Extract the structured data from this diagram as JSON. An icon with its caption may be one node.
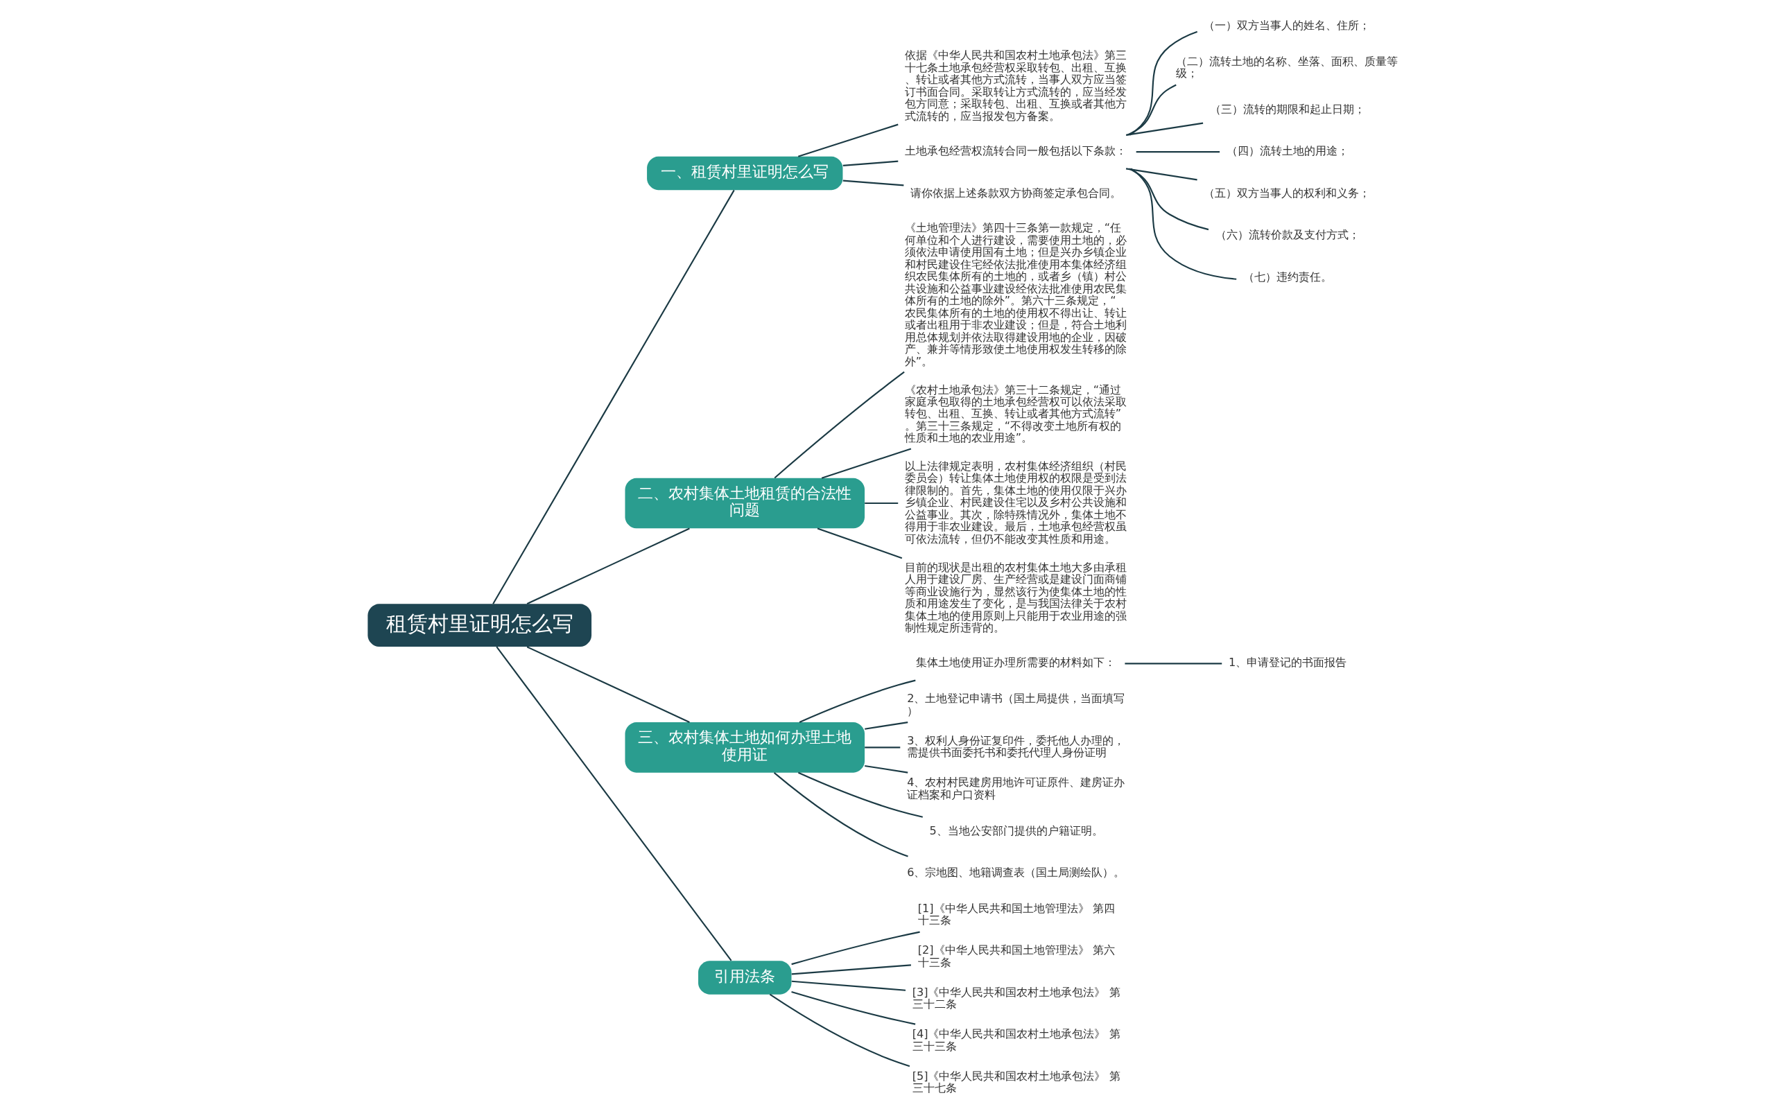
{
  "diagram": {
    "nodes": [
      {
        "text": [
          "租赁村里证明怎么写"
        ]
      },
      {
        "text": [
          "一、租赁村里证明怎么写"
        ]
      },
      {
        "text": [
          "依据《中华人民共和国农村土地承包法》第三十七条土地承包经营权采取转包、出租、互换、转让或者其他方式流转，当事人双方应当签订书面合同。采取转让方式流转的，应当经发包方同意；采取转包、出租、互换或者其他方式流转的，应当报发包方备案。"
        ]
      },
      {
        "text": [
          "土地承包经营权流转合同一般包括以下条款："
        ]
      },
      {
        "text": [
          "（一）双方当事人的姓名、住所；"
        ]
      },
      {
        "text": [
          "（二）流转土地的名称、坐落、面积、质量等级；"
        ]
      },
      {
        "text": [
          "（三）流转的期限和起止日期；"
        ]
      },
      {
        "text": [
          "（四）流转土地的用途；"
        ]
      },
      {
        "text": [
          "（五）双方当事人的权利和义务；"
        ]
      },
      {
        "text": [
          "（六）流转价款及支付方式；"
        ]
      },
      {
        "text": [
          "（七）违约责任。"
        ]
      },
      {
        "text": [
          "请你依据上述条款双方协商签定承包合同。"
        ]
      },
      {
        "text": [
          "二、农村集体土地租赁的合法性问题"
        ]
      },
      {
        "text": [
          "《土地管理法》第四十三条第一款规定，“任何单位和个人进行建设，需要使用土地的，必须依法申请使用国有土地；但是兴办乡镇企业和村民建设住宅经依法批准使用本集体经济组织农民集体所有的土地的，或者乡（镇）村公共设施和公益事业建设经依法批准使用农民集体所有的土地的除外”。第六十三条规定，“农民集体所有的土地的使用权不得出让、转让或者出租用于非农业建设；但是，符合土地利用总体规划并依法取得建设用地的企业，因破产、兼并等情形致使土地使用权发生转移的除外”。"
        ]
      },
      {
        "text": [
          "《农村土地承包法》第三十二条规定，“通过家庭承包取得的土地承包经营权可以依法采取转包、出租、互换、转让或者其他方式流转”。第三十三条规定，“不得改变土地所有权的性质和土地的农业用途”。"
        ]
      },
      {
        "text": [
          "以上法律规定表明，农村集体经济组织（村民委员会）转让集体土地使用权的权限是受到法律限制的。首先，集体土地的使用仅限于兴办乡镇企业、村民建设住宅以及乡村公共设施和公益事业。其次，除特殊情况外，集体土地不得用于非农业建设。最后，土地承包经营权虽可依法流转，但仍不能改变其性质和用途。"
        ]
      },
      {
        "text": [
          "目前的现状是出租的农村集体土地大多由承租人用于建设厂房、生产经营或是建设门面商铺等商业设施行为，显然该行为使集体土地的性质和用途发生了变化，是与我国法律关于农村集体土地的使用原则上只能用于农业用途的强制性规定所违背的。"
        ]
      },
      {
        "text": [
          "三、农村集体土地如何办理土地使用证"
        ]
      },
      {
        "text": [
          "集体土地使用证办理所需要的材料如下："
        ]
      },
      {
        "text": [
          "1、申请登记的书面报告"
        ]
      },
      {
        "text": [
          "2、土地登记申请书（国土局提供，当面填写）"
        ]
      },
      {
        "text": [
          "3、权利人身份证复印件，委托他人办理的，需提供书面委托书和委托代理人身份证明"
        ]
      },
      {
        "text": [
          "4、农村村民建房用地许可证原件、建房证办证档案和户口资料"
        ]
      },
      {
        "text": [
          "5、当地公安部门提供的户籍证明。"
        ]
      },
      {
        "text": [
          "6、宗地图、地籍调查表（国土局测绘队）。"
        ]
      },
      {
        "text": [
          "引用法条"
        ]
      },
      {
        "text": [
          "[1]《中华人民共和国土地管理法》 第四十三条"
        ]
      },
      {
        "text": [
          "[2]《中华人民共和国土地管理法》 第六十三条"
        ]
      },
      {
        "text": [
          "[3]《中华人民共和国农村土地承包法》 第三十二条"
        ]
      },
      {
        "text": [
          "[4]《中华人民共和国农村土地承包法》 第三十三条"
        ]
      },
      {
        "text": [
          "[5]《中华人民共和国农村土地承包法》 第三十七条"
        ]
      }
    ],
    "edges": [
      {
        "from": 0,
        "to": 1,
        "arrow": "none"
      },
      {
        "from": 1,
        "to": 2,
        "arrow": "none"
      },
      {
        "from": 1,
        "to": 3,
        "arrow": "none"
      },
      {
        "from": 3,
        "to": 4,
        "arrow": "none"
      },
      {
        "from": 3,
        "to": 5,
        "arrow": "none"
      },
      {
        "from": 3,
        "to": 6,
        "arrow": "none"
      },
      {
        "from": 3,
        "to": 7,
        "arrow": "none"
      },
      {
        "from": 3,
        "to": 8,
        "arrow": "none"
      },
      {
        "from": 3,
        "to": 9,
        "arrow": "none"
      },
      {
        "from": 3,
        "to": 10,
        "arrow": "none"
      },
      {
        "from": 1,
        "to": 11,
        "arrow": "none"
      },
      {
        "from": 0,
        "to": 12,
        "arrow": "none"
      },
      {
        "from": 12,
        "to": 13,
        "arrow": "none"
      },
      {
        "from": 12,
        "to": 14,
        "arrow": "none"
      },
      {
        "from": 12,
        "to": 15,
        "arrow": "none"
      },
      {
        "from": 12,
        "to": 16,
        "arrow": "none"
      },
      {
        "from": 0,
        "to": 17,
        "arrow": "none"
      },
      {
        "from": 17,
        "to": 18,
        "arrow": "none"
      },
      {
        "from": 18,
        "to": 19,
        "arrow": "none"
      },
      {
        "from": 17,
        "to": 20,
        "arrow": "none"
      },
      {
        "from": 17,
        "to": 21,
        "arrow": "none"
      },
      {
        "from": 17,
        "to": 22,
        "arrow": "none"
      },
      {
        "from": 17,
        "to": 23,
        "arrow": "none"
      },
      {
        "from": 17,
        "to": 24,
        "arrow": "none"
      },
      {
        "from": 0,
        "to": 25,
        "arrow": "none"
      },
      {
        "from": 25,
        "to": 26,
        "arrow": "none"
      },
      {
        "from": 25,
        "to": 27,
        "arrow": "none"
      },
      {
        "from": 25,
        "to": 28,
        "arrow": "none"
      },
      {
        "from": 25,
        "to": 29,
        "arrow": "none"
      },
      {
        "from": 25,
        "to": 30,
        "arrow": "none"
      }
    ]
  }
}
